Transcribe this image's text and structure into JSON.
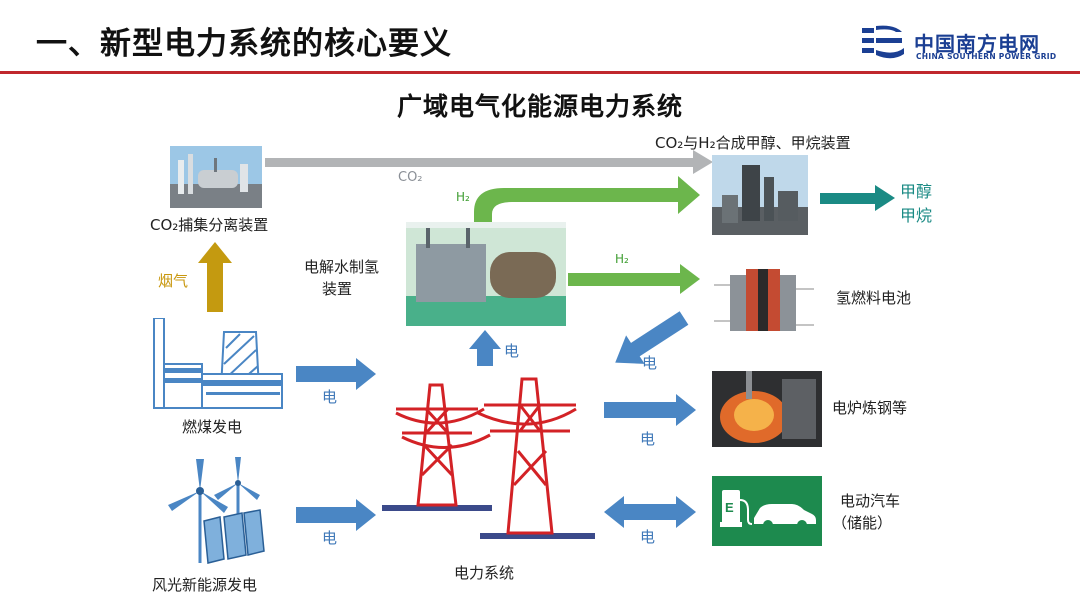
{
  "header": {
    "title": "一、新型电力系统的核心要义"
  },
  "logo": {
    "name_cn": "中国南方电网",
    "name_en": "CHINA SOUTHERN POWER GRID"
  },
  "diagram": {
    "title": "广域电气化能源电力系统",
    "nodes": {
      "co2_capture": "CO₂捕集分离装置",
      "synthesis": "CO₂与H₂合成甲醇、甲烷装置",
      "electrolysis_line1": "电解水制氢",
      "electrolysis_line2": "装置",
      "fuel_cell": "氢燃料电池",
      "coal_power": "燃煤发电",
      "renewable_power": "风光新能源发电",
      "power_system": "电力系统",
      "steel": "电炉炼钢等",
      "ev_line1": "电动汽车",
      "ev_line2": "（储能）"
    },
    "products": {
      "methanol": "甲醇",
      "methane": "甲烷"
    },
    "flows": {
      "co2": "CO₂",
      "h2_top": "H₂",
      "h2_mid": "H₂",
      "flue_gas": "烟气",
      "elec_coal": "电",
      "elec_renewable": "电",
      "elec_to_electrolysis": "电",
      "elec_from_fuel_cell": "电",
      "elec_to_steel": "电",
      "elec_ev": "电"
    },
    "colors": {
      "electricity": "#4a86c4",
      "hydrogen": "#6cb64c",
      "co2": "#b2b4b6",
      "flue_gas": "#c49a10",
      "products": "#1a8a84",
      "tower": "#d32226"
    }
  }
}
